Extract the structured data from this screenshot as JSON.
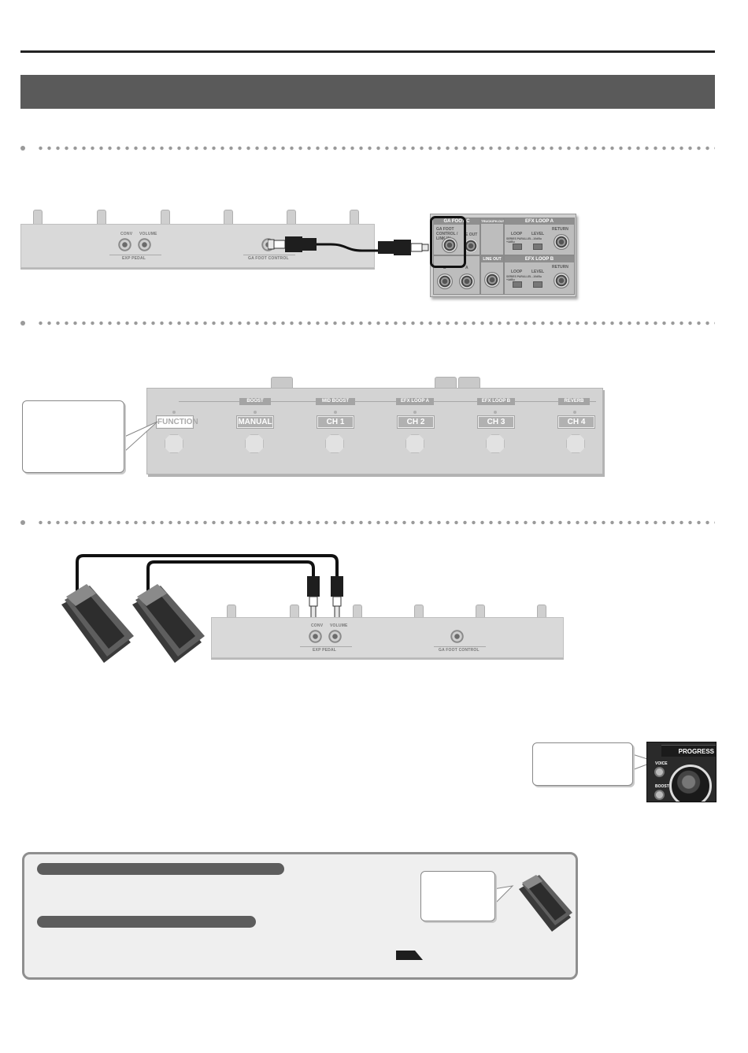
{
  "fig1": {
    "exp_labels": [
      "CONV",
      "VOLUME"
    ],
    "exp_title": "EXP PEDAL",
    "control_title": "GA FOOT CONTROL",
    "rear": {
      "foot_title": "GA FOOT C",
      "foot_sub": "GA FOOT CONTROL / LINK IN",
      "partial_label": "E OUT",
      "sec_title": "TRUCK/PH.OUT",
      "label_b": "B",
      "label_a": "A",
      "line_out": "LINE OUT",
      "loop_a_title": "EFX LOOP A",
      "loop_b_title": "EFX LOOP B",
      "loop": "LOOP",
      "level": "LEVEL",
      "return": "RETURN",
      "level_opts": "SERIES  PARALLEL  -10dBu  +4dBu"
    }
  },
  "fig2": {
    "sections": [
      "BOOST",
      "MID BOOST",
      "EFX LOOP A",
      "EFX LOOP B",
      "REVERB"
    ],
    "buttons": [
      "FUNCTION",
      "MANUAL",
      "CH 1",
      "CH 2",
      "CH 3",
      "CH 4"
    ]
  },
  "fig3": {
    "exp_labels": [
      "CONV",
      "VOLUME"
    ],
    "exp_title": "EXP PEDAL",
    "control_title": "GA FOOT CONTROL"
  },
  "progress_panel": {
    "title": "PROGRESS",
    "voice": "VOICE",
    "boost": "BOOST"
  },
  "colors": {
    "header_bar": "#5a5a5a",
    "tip_border": "#8f8f8f",
    "panel_gray": "#d3d3d3"
  }
}
